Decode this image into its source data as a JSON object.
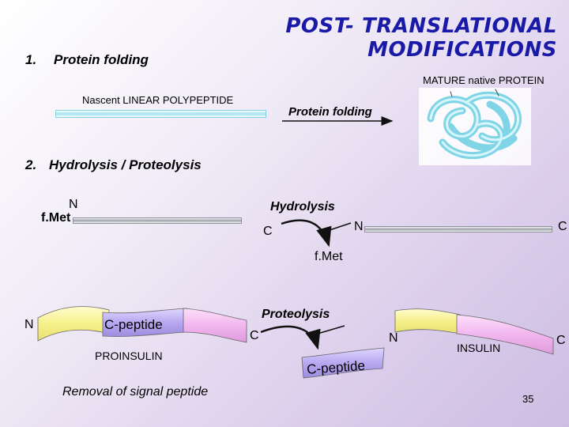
{
  "title": "POST- TRANSLATIONAL MODIFICATIONS",
  "section1": {
    "number": "1.",
    "heading": "Protein folding"
  },
  "folding": {
    "mature_label": "MATURE native PROTEIN",
    "nascent_label": "Nascent LINEAR POLYPEPTIDE",
    "arrow_label": "Protein folding"
  },
  "section2": {
    "number": "2.",
    "heading": "Hydrolysis / Proteolysis"
  },
  "hydrolysis": {
    "n_label": "N",
    "fmet_label": "f.Met",
    "arrow_label": "Hydrolysis",
    "c_left": "C",
    "n_right": "N",
    "c_right": "C",
    "released": "f.Met"
  },
  "proteolysis": {
    "n_left": "N",
    "cpeptide_label": "C-peptide",
    "proinsulin_label": "PROINSULIN",
    "arrow_label": "Proteolysis",
    "c_mid": "C",
    "n_mid": "N",
    "released_cpeptide": "C-peptide",
    "insulin_label": "INSULIN",
    "c_right": "C"
  },
  "footer_note": "Removal of signal peptide",
  "page_number": "35",
  "colors": {
    "title": "#1a1aa8",
    "peptide_yellow": "#f6f08a",
    "peptide_purple": "#b7a8f0",
    "peptide_pink": "#f2b6ef",
    "protein_cyan": "#9fe3ee"
  }
}
